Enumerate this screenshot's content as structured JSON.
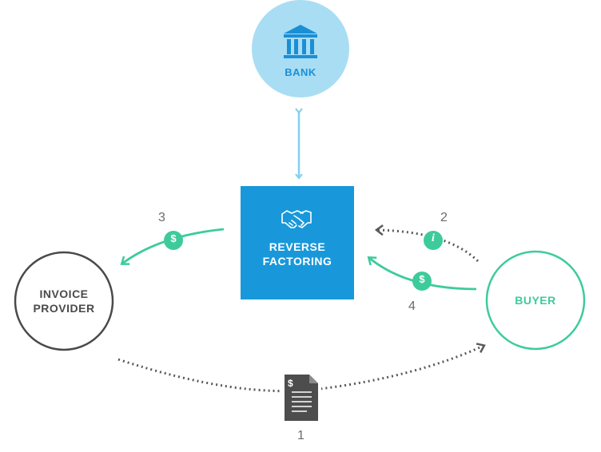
{
  "nodes": {
    "bank": {
      "label": "BANK",
      "icon": "bank-icon",
      "fill": "#a9ddf4",
      "text_color": "#1a8fd6",
      "icon_color": "#1a8fd6"
    },
    "reverse_factoring": {
      "line1": "REVERSE",
      "line2": "FACTORING",
      "icon": "handshake-icon",
      "fill": "#1898da",
      "text_color": "#ffffff"
    },
    "invoice_provider": {
      "line1": "INVOICE",
      "line2": "PROVIDER",
      "stroke": "#4a4a4a",
      "text_color": "#4a4a4a"
    },
    "buyer": {
      "label": "BUYER",
      "stroke": "#3ecb9b",
      "text_color": "#3ecb9b"
    }
  },
  "steps": {
    "one": "1",
    "two": "2",
    "three": "3",
    "four": "4"
  },
  "badges": {
    "payment_to_provider": {
      "glyph": "$",
      "icon": "dollar-icon"
    },
    "payment_from_buyer": {
      "glyph": "$",
      "icon": "dollar-icon"
    },
    "info_from_buyer": {
      "glyph": "i",
      "icon": "info-icon"
    }
  },
  "document": {
    "glyph": "$",
    "icon": "invoice-document-icon"
  },
  "colors": {
    "green": "#3ecb9b",
    "dotted": "#5a5a5a",
    "bank_arrow": "#86cfee",
    "document": "#4d4d4d"
  }
}
